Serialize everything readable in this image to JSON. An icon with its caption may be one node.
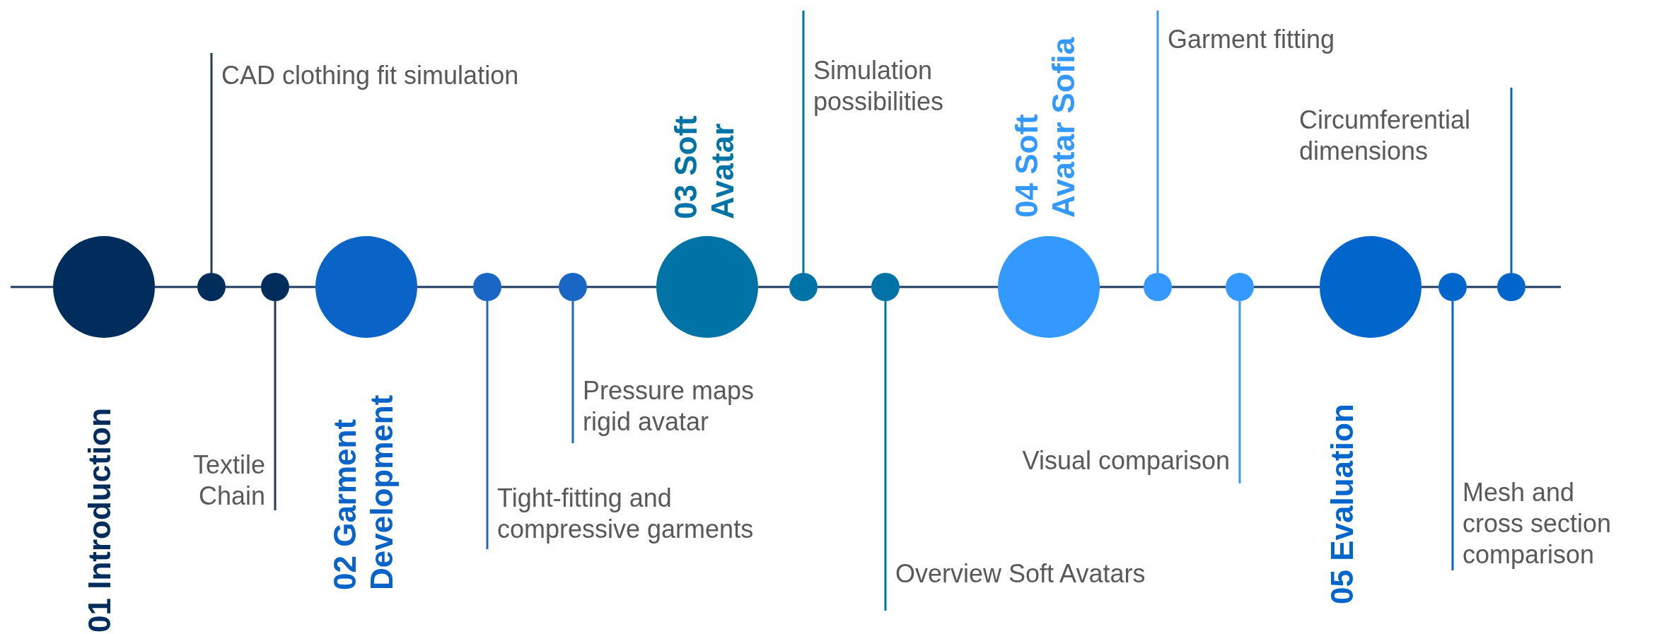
{
  "diagram": {
    "nodes": [
      {
        "text": [
          "01 Introduction"
        ]
      },
      {
        "text": [],
        "shape": "circle"
      },
      {
        "text": [
          "CAD clothing fit simulation"
        ]
      },
      {
        "text": [],
        "shape": "circle"
      },
      {
        "text": [
          "Textile Chain"
        ]
      },
      {
        "text": [
          "02 Garment Development"
        ]
      },
      {
        "text": [],
        "shape": "circle"
      },
      {
        "text": [
          "Tight-fitting and compressive garments"
        ]
      },
      {
        "text": [],
        "shape": "circle"
      },
      {
        "text": [
          "Pressure maps rigid avatar"
        ]
      },
      {
        "text": [
          "03 Soft Avatar"
        ]
      },
      {
        "text": [],
        "shape": "circle"
      },
      {
        "text": [
          "Simulation possibilities"
        ]
      },
      {
        "text": [],
        "shape": "circle"
      },
      {
        "text": [
          "Overview Soft Avatars"
        ]
      },
      {
        "text": [
          "04 Soft Avatar Sofia"
        ]
      },
      {
        "text": [],
        "shape": "circle"
      },
      {
        "text": [
          "Garment fitting"
        ]
      },
      {
        "text": [],
        "shape": "circle"
      },
      {
        "text": [
          "Visual comparison"
        ]
      },
      {
        "text": [
          "05 Evaluation"
        ]
      },
      {
        "text": [],
        "shape": "circle"
      },
      {
        "text": [
          "Mesh and cross section comparison"
        ]
      },
      {
        "text": [],
        "shape": "circle"
      },
      {
        "text": [
          "Circumferential dimensions"
        ]
      }
    ],
    "edges": [
      {
        "from": 0,
        "to": 1,
        "arrow": "none"
      },
      {
        "from": 1,
        "to": 3,
        "arrow": "none"
      },
      {
        "from": 3,
        "to": 5,
        "arrow": "none"
      },
      {
        "from": 5,
        "to": 6,
        "arrow": "none"
      },
      {
        "from": 6,
        "to": 8,
        "arrow": "none"
      },
      {
        "from": 8,
        "to": 10,
        "arrow": "none"
      },
      {
        "from": 10,
        "to": 11,
        "arrow": "none"
      },
      {
        "from": 11,
        "to": 13,
        "arrow": "none"
      },
      {
        "from": 13,
        "to": 15,
        "arrow": "none"
      },
      {
        "from": 15,
        "to": 16,
        "arrow": "none"
      },
      {
        "from": 16,
        "to": 18,
        "arrow": "none"
      },
      {
        "from": 18,
        "to": 20,
        "arrow": "none"
      },
      {
        "from": 20,
        "to": 21,
        "arrow": "none"
      },
      {
        "from": 21,
        "to": 23,
        "arrow": "none"
      },
      {
        "from": 2,
        "to": 1,
        "arrow": "none"
      },
      {
        "from": 4,
        "to": 3,
        "arrow": "none"
      },
      {
        "from": 7,
        "to": 6,
        "arrow": "none",
        "color": "#1a66c4"
      },
      {
        "from": 9,
        "to": 8,
        "arrow": "none",
        "color": "#1a66c4"
      },
      {
        "from": 12,
        "to": 11,
        "arrow": "none",
        "color": "#0073a6"
      },
      {
        "from": 14,
        "to": 13,
        "arrow": "none",
        "color": "#0073a6"
      },
      {
        "from": 17,
        "to": 16,
        "arrow": "none",
        "color": "#3399ff"
      },
      {
        "from": 19,
        "to": 18,
        "arrow": "none",
        "color": "#3399ff"
      },
      {
        "from": 22,
        "to": 21,
        "arrow": "none",
        "color": "#0066cc"
      },
      {
        "from": 24,
        "to": 23,
        "arrow": "none",
        "color": "#0066cc"
      }
    ]
  }
}
